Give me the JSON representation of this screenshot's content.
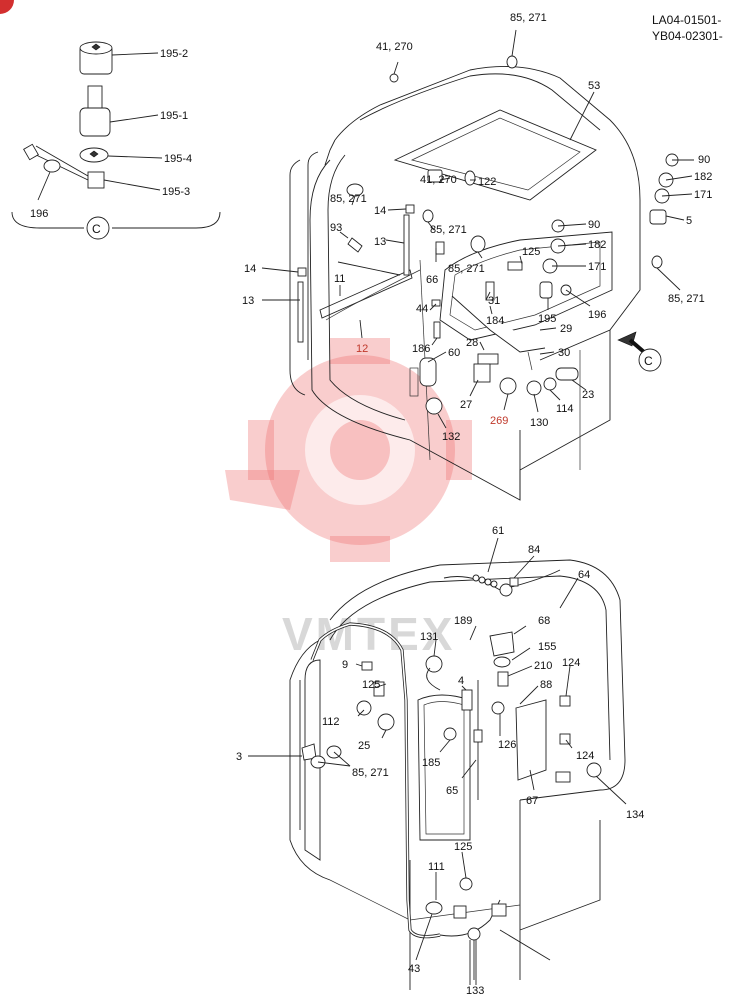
{
  "header": {
    "ref_line_1": "LA04-01501-",
    "ref_line_2": "YB04-02301-"
  },
  "watermark": {
    "text": "VMTEX",
    "color": "#ef6f6f"
  },
  "detail_view": {
    "letter": "C",
    "arrow_letter": "C"
  },
  "labels": {
    "p85_271_top": "85, 271",
    "p41_270_top": "41, 270",
    "p53": "53",
    "p195_2": "195-2",
    "p195_1": "195-1",
    "p195_4": "195-4",
    "p195_3": "195-3",
    "p196_detail": "196",
    "p41_270_mid": "41, 270",
    "p122": "122",
    "p85_271_left": "85, 271",
    "p14_a": "14",
    "p85_271_mid": "85, 271",
    "p93": "93",
    "p13_a": "13",
    "p90_a": "90",
    "p182_a": "182",
    "p171_a": "171",
    "p5": "5",
    "p90_b": "90",
    "p182_b": "182",
    "p125_top": "125",
    "p66": "66",
    "p85_271_c": "85, 271",
    "p171_b": "171",
    "p14_b": "14",
    "p11": "11",
    "p13_b": "13",
    "p44": "44",
    "p31": "31",
    "p195": "195",
    "p196": "196",
    "p85_271_right": "85, 271",
    "p184": "184",
    "p29": "29",
    "p12": "12",
    "p186": "186",
    "p60": "60",
    "p28": "28",
    "p30": "30",
    "p27": "27",
    "p23": "23",
    "p114": "114",
    "p130": "130",
    "p269": "269",
    "p132": "132",
    "p61": "61",
    "p84": "84",
    "p64": "64",
    "p189": "189",
    "p68": "68",
    "p131": "131",
    "p155": "155",
    "p9": "9",
    "p210": "210",
    "p124_a": "124",
    "p125_mid": "125",
    "p4": "4",
    "p88": "88",
    "p112": "112",
    "p126": "126",
    "p25": "25",
    "p124_b": "124",
    "p3": "3",
    "p85_271_low": "85, 271",
    "p185": "185",
    "p65": "65",
    "p67": "67",
    "p134": "134",
    "p125_low": "125",
    "p111": "111",
    "p43": "43",
    "p133": "133"
  }
}
